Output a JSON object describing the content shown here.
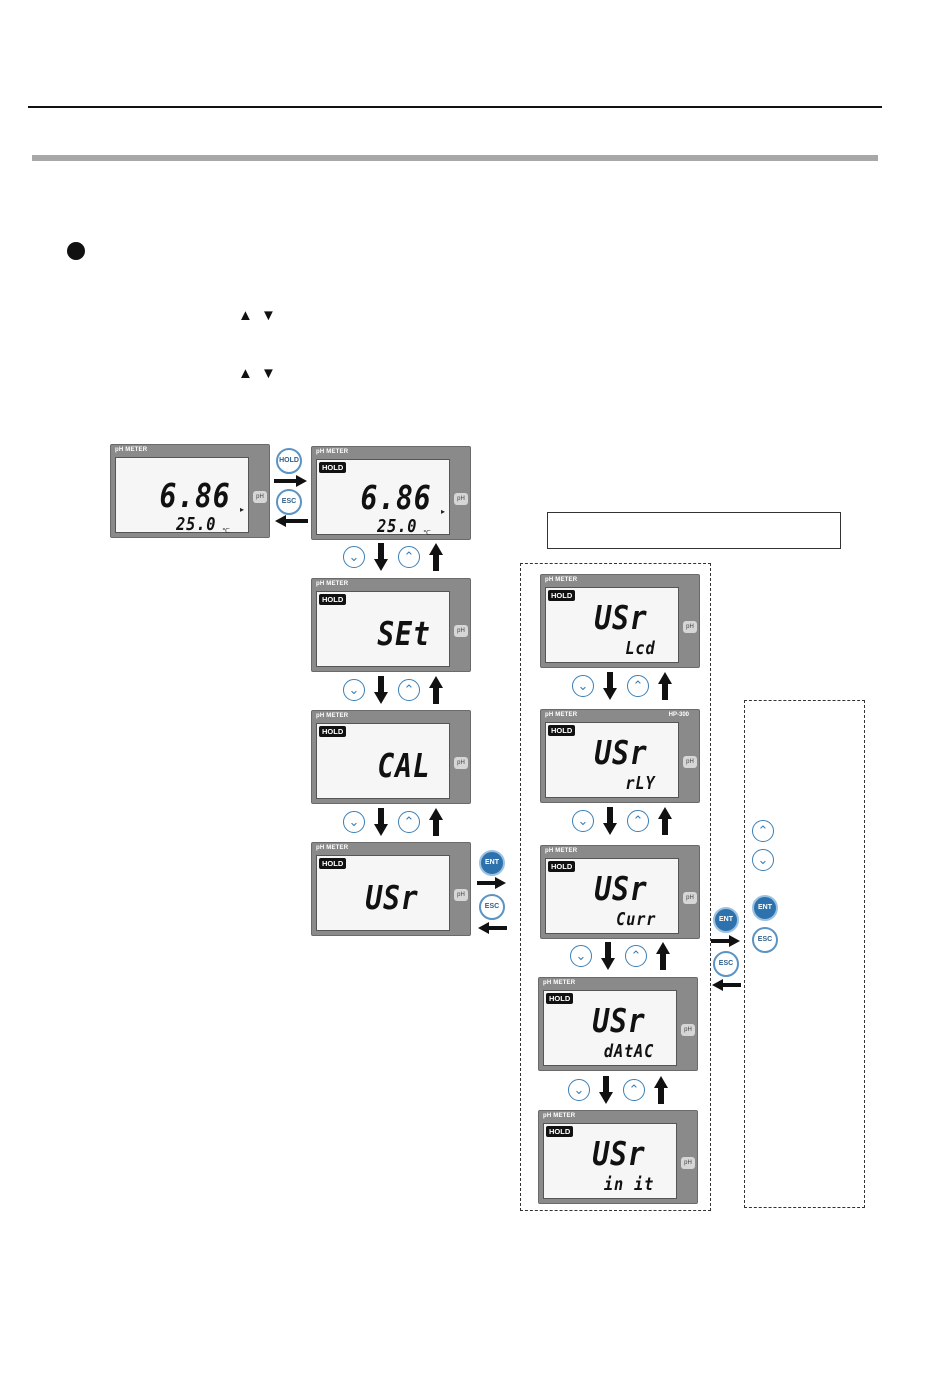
{
  "bullets": {
    "nav_symbols": "▲ ▼"
  },
  "buttons": {
    "hold": "HOLD",
    "esc": "ESC",
    "ent": "ENT",
    "down": "⌄",
    "up": "⌃"
  },
  "screens": {
    "meas": {
      "title": "pH METER",
      "main": "6.86",
      "sub": "25.0",
      "unit": "pH",
      "degc": "℃"
    },
    "hold": {
      "title": "pH METER",
      "hold": "HOLD",
      "main": "6.86",
      "sub": "25.0",
      "unit": "pH",
      "degc": "℃"
    },
    "set": {
      "title": "pH METER",
      "hold": "HOLD",
      "main": "SEt",
      "unit": "pH"
    },
    "cal": {
      "title": "pH METER",
      "hold": "HOLD",
      "main": "CAL",
      "unit": "pH"
    },
    "usr": {
      "title": "pH METER",
      "hold": "HOLD",
      "main": "USr",
      "unit": "pH"
    },
    "usr_lcd": {
      "title": "pH METER",
      "hold": "HOLD",
      "main": "USr",
      "sub": "Lcd",
      "unit": "pH"
    },
    "usr_rly": {
      "title": "pH METER",
      "model": "HP-300",
      "hold": "HOLD",
      "main": "USr",
      "sub": "rLY",
      "unit": "pH"
    },
    "usr_curr": {
      "title": "pH METER",
      "hold": "HOLD",
      "main": "USr",
      "sub": "Curr",
      "unit": "pH"
    },
    "usr_datac": {
      "title": "pH METER",
      "hold": "HOLD",
      "main": "USr",
      "sub": "dAtAC",
      "unit": "pH"
    },
    "usr_init": {
      "title": "pH METER",
      "hold": "HOLD",
      "main": "USr",
      "sub": "in it",
      "unit": "pH"
    }
  }
}
